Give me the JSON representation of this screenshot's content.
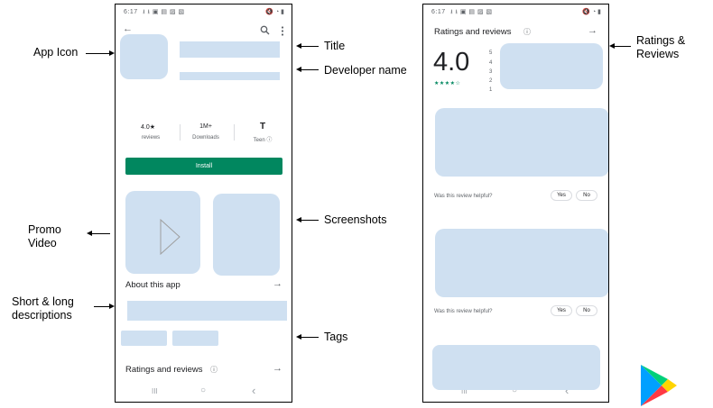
{
  "status_bar": {
    "time": "6:17",
    "left_icons": "⭳ ⭳ ▣ ▤ ▨ ▧",
    "right_icons": "🔇 ◔ ▮"
  },
  "left_phone": {
    "stats": [
      {
        "value": "4.0★",
        "label": "reviews"
      },
      {
        "value": "1M+",
        "label": "Downloads"
      },
      {
        "value": "T",
        "label": "Teen ⓘ"
      }
    ],
    "install_label": "Install",
    "about_title": "About this app",
    "ratings_title": "Ratings and reviews",
    "info_icon": "ⓘ",
    "arrow": "→",
    "nav": {
      "recents": "III",
      "home": "○",
      "back": "‹"
    }
  },
  "right_phone": {
    "ratings_title": "Ratings and reviews",
    "info_icon": "ⓘ",
    "arrow": "→",
    "rating_value": "4.0",
    "stars": "★★★★☆",
    "rating": {
      "value": 4,
      "max": 5
    },
    "bar_numbers": [
      "5",
      "4",
      "3",
      "2",
      "1"
    ],
    "reviews": [
      {
        "helpful_text": "Was this review helpful?",
        "yes_label": "Yes",
        "no_label": "No"
      },
      {
        "helpful_text": "Was this review helpful?",
        "yes_label": "Yes",
        "no_label": "No"
      }
    ],
    "nav": {
      "recents": "III",
      "home": "○",
      "back": "‹"
    }
  },
  "annotations": {
    "app_icon": "App Icon",
    "promo_video_1": "Promo",
    "promo_video_2": "Video",
    "descriptions_1": "Short & long",
    "descriptions_2": "descriptions",
    "title": "Title",
    "developer_name": "Developer name",
    "screenshots": "Screenshots",
    "tags": "Tags",
    "ratings_reviews_1": "Ratings &",
    "ratings_reviews_2": "Reviews"
  },
  "colors": {
    "placeholder": "#cfe0f1",
    "install_green": "#01875f",
    "play_logo": [
      "#00a0ff",
      "#ffd400",
      "#ff3a44",
      "#00d07a"
    ]
  },
  "icons": {
    "back": "back-arrow-icon",
    "search": "search-icon",
    "more": "more-vert-icon",
    "play": "play-triangle-icon",
    "teen_rating": "teen-rating-icon",
    "logo": "google-play-logo"
  }
}
